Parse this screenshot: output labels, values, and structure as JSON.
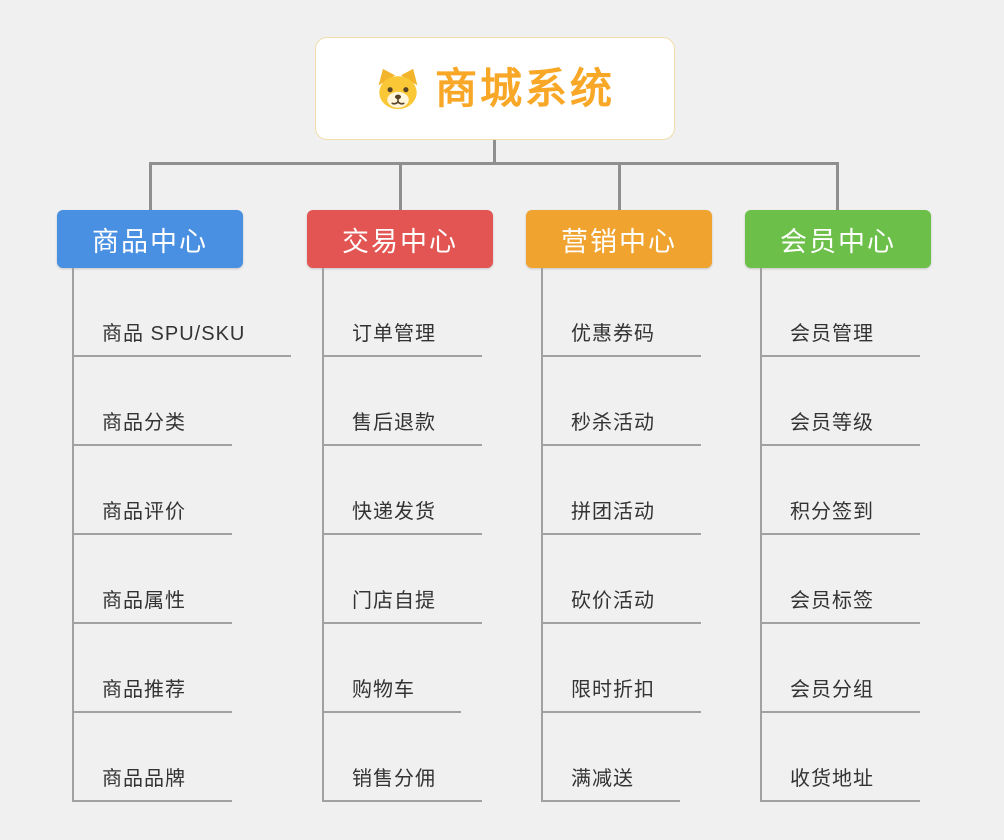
{
  "root": {
    "title": "商城系统",
    "icon": "dog-face-icon"
  },
  "branches": [
    {
      "label": "商品中心",
      "color": "#4A90E2",
      "children": [
        "商品 SPU/SKU",
        "商品分类",
        "商品评价",
        "商品属性",
        "商品推荐",
        "商品品牌"
      ]
    },
    {
      "label": "交易中心",
      "color": "#E25552",
      "children": [
        "订单管理",
        "售后退款",
        "快递发货",
        "门店自提",
        "购物车",
        "销售分佣"
      ]
    },
    {
      "label": "营销中心",
      "color": "#F0A32F",
      "children": [
        "优惠券码",
        "秒杀活动",
        "拼团活动",
        "砍价活动",
        "限时折扣",
        "满减送"
      ]
    },
    {
      "label": "会员中心",
      "color": "#6CC04A",
      "children": [
        "会员管理",
        "会员等级",
        "积分签到",
        "会员标签",
        "会员分组",
        "收货地址"
      ]
    }
  ],
  "colors": {
    "background": "#F0F0F0",
    "connector": "#8F8F8F",
    "child_line": "#A1A1A1",
    "root_title": "#F8A727",
    "root_border": "#F2DCAB"
  }
}
